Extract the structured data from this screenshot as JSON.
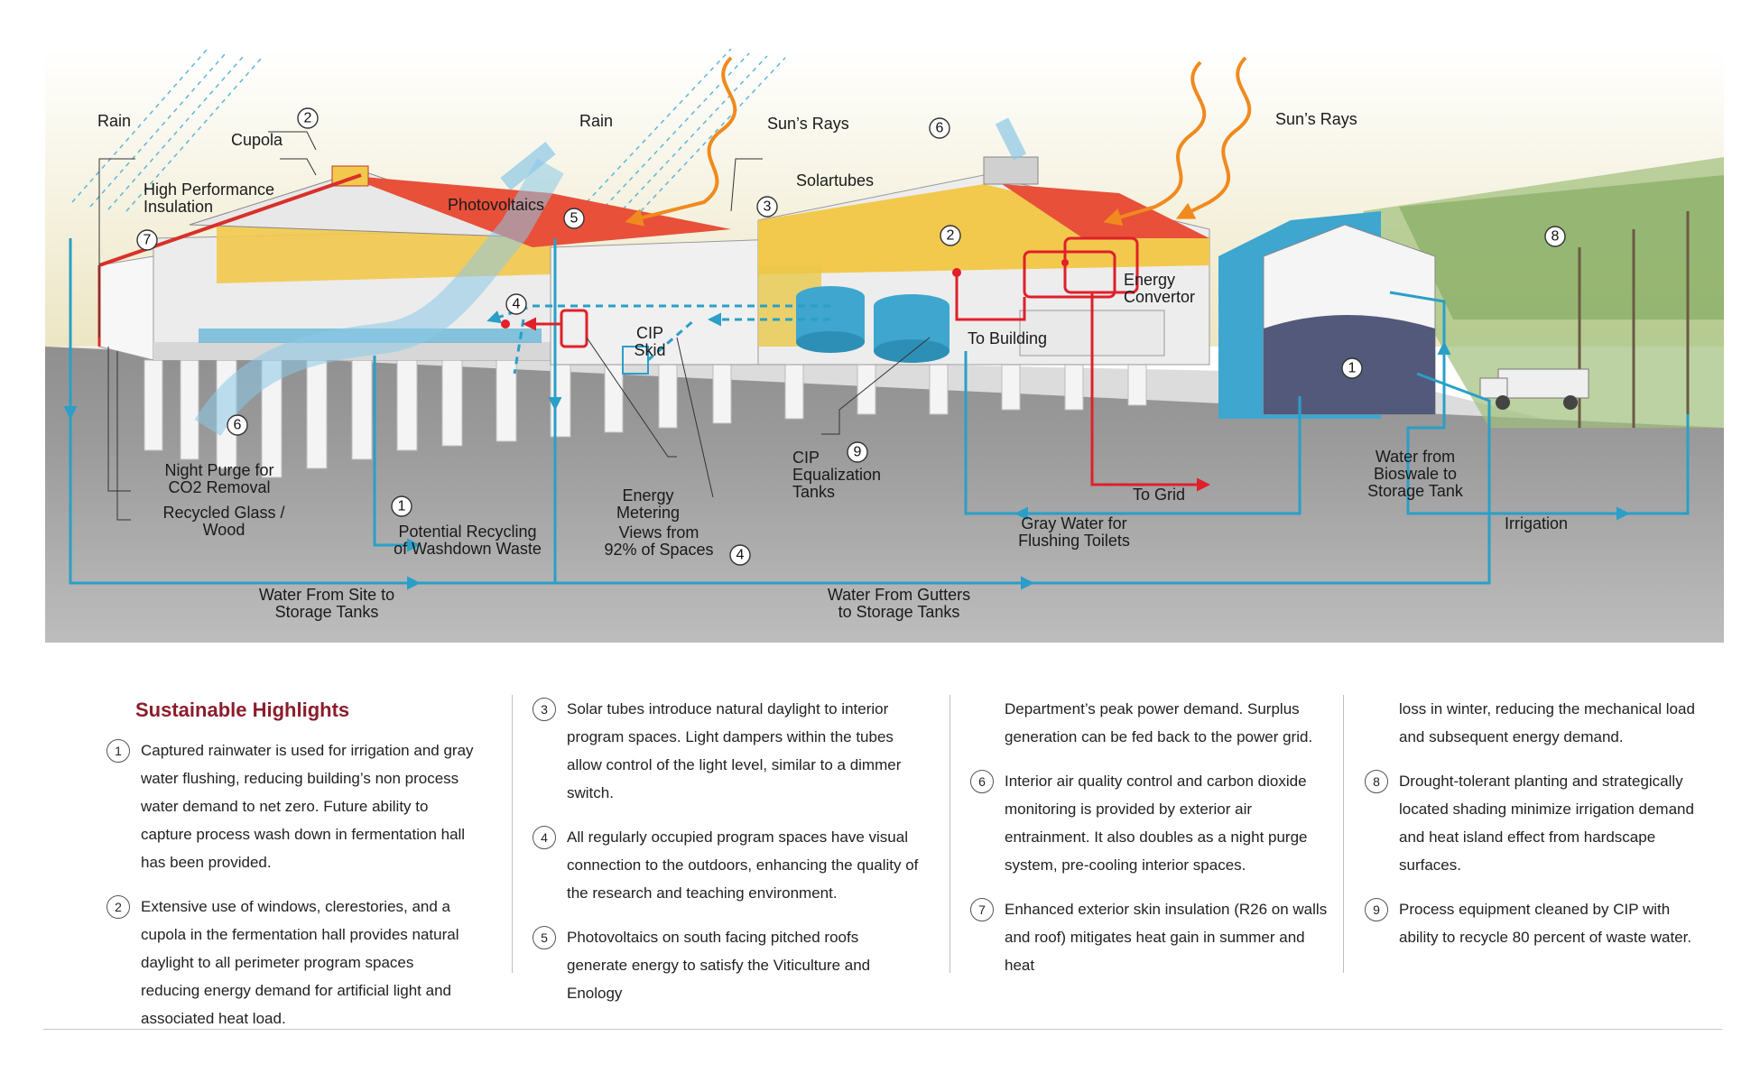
{
  "diagram": {
    "labels": {
      "rain_left": "Rain",
      "rain_center": "Rain",
      "suns_rays_1": "Sun’s Rays",
      "suns_rays_2": "Sun’s Rays",
      "cupola": "Cupola",
      "high_perf_1": "High Performance",
      "high_perf_2": "Insulation",
      "photovoltaics": "Photovoltaics",
      "solartubes": "Solartubes",
      "energy_conv_1": "Energy",
      "energy_conv_2": "Convertor",
      "to_building": "To Building",
      "cip_skid_1": "CIP",
      "cip_skid_2": "Skid",
      "night_purge_1": "Night Purge for",
      "night_purge_2": "CO2 Removal",
      "recycled_1": "Recycled Glass /",
      "recycled_2": "Wood",
      "potential_1": "Potential Recycling",
      "potential_2": "of Washdown Waste",
      "energy_meter_1": "Energy",
      "energy_meter_2": "Metering",
      "views_1": "Views from",
      "views_2": "92% of Spaces",
      "cip_eq_1": "CIP",
      "cip_eq_2": "Equalization",
      "cip_eq_3": "Tanks",
      "to_grid": "To Grid",
      "gray_1": "Gray Water for",
      "gray_2": "Flushing Toilets",
      "bioswale_1": "Water from",
      "bioswale_2": "Bioswale to",
      "bioswale_3": "Storage Tank",
      "irrigation": "Irrigation",
      "site_1": "Water From Site to",
      "site_2": "Storage Tanks",
      "gutters_1": "Water From Gutters",
      "gutters_2": "to Storage Tanks"
    },
    "bubbles": [
      "1",
      "2",
      "3",
      "4",
      "5",
      "6",
      "7",
      "8",
      "9"
    ],
    "colors": {
      "water": "#2a9fc7",
      "energy": "#e0202a",
      "sun": "#f08a1e",
      "roof_pv": "#e8503a",
      "wall": "#f2c94c"
    }
  },
  "highlights": {
    "title": "Sustainable Highlights",
    "items": [
      {
        "num": "1",
        "text": "Captured rainwater is used for irrigation and gray water flushing, reducing building’s non process water demand to net zero. Future ability to capture process wash down in fermentation hall has been provided."
      },
      {
        "num": "2",
        "text": "Extensive use of windows, clerestories, and a cupola in the fermentation hall provides natural daylight to all perimeter program spaces reducing energy demand for artificial light and associated heat load."
      },
      {
        "num": "3",
        "text": "Solar tubes introduce natural daylight to interior program spaces. Light dampers within the tubes allow control of the light level, similar to a dimmer switch."
      },
      {
        "num": "4",
        "text": "All regularly occupied program spaces have visual connection to the outdoors, enhancing the quality of the research and teaching environment."
      },
      {
        "num": "5",
        "text": "Photovoltaics on south facing pitched roofs generate energy to satisfy the Viticulture and Enology"
      },
      {
        "num": "",
        "text": "Department’s peak power demand. Surplus generation can be fed back to the power grid."
      },
      {
        "num": "6",
        "text": "Interior air quality control and carbon dioxide monitoring is provided by exterior air entrainment. It also doubles as a night purge system, pre-cooling interior spaces."
      },
      {
        "num": "7",
        "text": "Enhanced exterior skin insulation (R26 on walls and roof) mitigates heat gain in summer and heat"
      },
      {
        "num": "",
        "text": "loss in winter, reducing the mechanical load and subsequent energy demand."
      },
      {
        "num": "8",
        "text": "Drought-tolerant planting and strategically located shading minimize irrigation demand and heat island effect from hardscape surfaces."
      },
      {
        "num": "9",
        "text": "Process equipment cleaned by CIP with ability to recycle 80 percent of waste water."
      }
    ]
  }
}
